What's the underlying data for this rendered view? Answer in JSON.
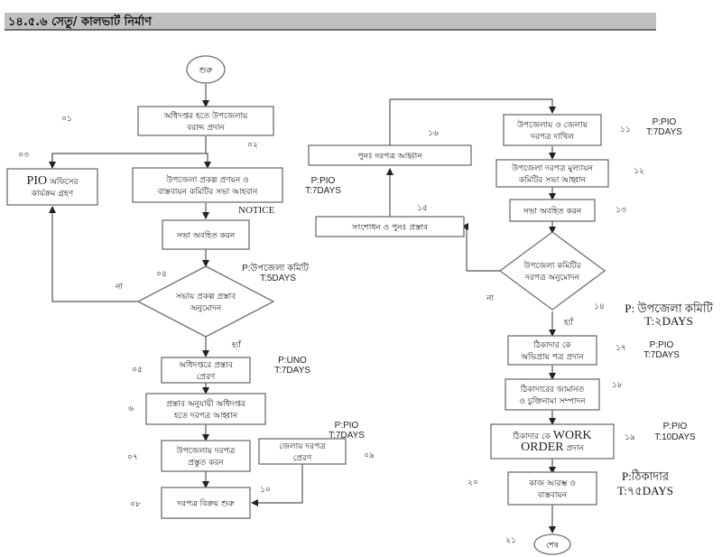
{
  "header": {
    "title": "১৪.৫.৬ সেতু/ কালভার্ট  নির্মাণ",
    "bar_color": "#c0c0c0"
  },
  "nodes": [
    {
      "id": "start",
      "kind": "terminal",
      "lines": [
        "শুরু"
      ]
    },
    {
      "id": "n01",
      "kind": "process",
      "step": "০১",
      "lines": [
        "অধিদপ্তর হতে উপজেলায়",
        "বরাদ্দ প্রদান"
      ]
    },
    {
      "id": "n02",
      "kind": "process",
      "step": "০২",
      "lines": [
        "উপজেলা প্রকল্প প্রণয়ন ও",
        "বাস্তবায়ন কমিটির সভা আহবান"
      ]
    },
    {
      "id": "n03",
      "kind": "process",
      "step": "০৩",
      "lines": [
        "PIO অফিসের",
        "কার্যক্রম গ্রহণ"
      ]
    },
    {
      "id": "n03b",
      "kind": "process",
      "step": "",
      "lines": [
        "সভা অবহিত করন"
      ]
    },
    {
      "id": "n04",
      "kind": "decision",
      "step": "০৪",
      "lines": [
        "সভায় প্রকল্প প্রস্তাব",
        "অনুমোদন"
      ]
    },
    {
      "id": "n05",
      "kind": "process",
      "step": "০৫",
      "lines": [
        "অধিদপ্তরে প্রস্তাব",
        "প্রেরণ"
      ]
    },
    {
      "id": "n06",
      "kind": "process",
      "step": "৬",
      "lines": [
        "প্রস্তাব অনুযায়ী অধিদপ্তর",
        "হতে দরপত্র আহ্বান"
      ]
    },
    {
      "id": "n07",
      "kind": "process",
      "step": "০৭",
      "lines": [
        "উপজেলায় দরপত্র",
        "প্রস্তুত করন"
      ]
    },
    {
      "id": "n08",
      "kind": "process",
      "step": "০৮",
      "lines": [
        "দরপত্র বিক্রয় শুরু"
      ]
    },
    {
      "id": "n09",
      "kind": "process",
      "step": "০৯",
      "lines": [
        "জেলায় দরপত্র",
        "প্রেরণ"
      ]
    },
    {
      "id": "n11",
      "kind": "process",
      "step": "১১",
      "lines": [
        "উপজেলায় ও জেলায়",
        "দরপত্র দাখিল"
      ]
    },
    {
      "id": "n12",
      "kind": "process",
      "step": "১২",
      "lines": [
        "উপজেলা দরপত্র মুল্যায়ন",
        "কমিটির  সভা আহ্বান"
      ]
    },
    {
      "id": "n13",
      "kind": "process",
      "step": "১৩",
      "lines": [
        "সভা অবহিত করন"
      ]
    },
    {
      "id": "n14",
      "kind": "decision",
      "step": "১৪",
      "lines": [
        "উপজেলা কমিটির",
        "দরপত্র অনুমোদন"
      ]
    },
    {
      "id": "n15",
      "kind": "process",
      "step": "১৫",
      "lines": [
        "সংশোধন ও পুনঃ প্রস্তাব"
      ]
    },
    {
      "id": "n16",
      "kind": "process",
      "step": "১৬",
      "lines": [
        "পুনঃ দরপত্র আহ্বান"
      ]
    },
    {
      "id": "n17",
      "kind": "process",
      "step": "১৭",
      "lines": [
        "ঠিকাদার কে",
        "অভিপ্রায় পত্র প্রদান"
      ]
    },
    {
      "id": "n18",
      "kind": "process",
      "step": "১৮",
      "lines": [
        "ঠিকাদারের জামানত",
        "ও চুক্তিনামা সম্পাদন"
      ]
    },
    {
      "id": "n19",
      "kind": "process",
      "step": "১৯",
      "lines": [
        "ঠিকাদার কে WORK",
        "ORDER প্রদান"
      ]
    },
    {
      "id": "n20",
      "kind": "process",
      "step": "২০",
      "lines": [
        "কাজ আরম্ভ ও",
        "বাস্তবায়ন"
      ]
    },
    {
      "id": "end",
      "kind": "terminal",
      "step": "২১",
      "lines": [
        "শেষ"
      ]
    }
  ],
  "edge_labels": {
    "notice": "NOTICE",
    "n04_no": "না",
    "n04_yes": "হ্যাঁ",
    "n14_no": "না",
    "n14_yes": "হ্যাঁ",
    "step10": "১০"
  },
  "annotations": {
    "n04": [
      "P:উপজেলা কমিটি",
      "T:5DAYS"
    ],
    "n05": [
      "P:UNO",
      "T:7DAYS"
    ],
    "n09": [
      "P:PIO",
      "T:7DAYS"
    ],
    "n11": [
      "P:PIO",
      "T:7DAYS"
    ],
    "n16": [
      "P:PIO",
      "T:7DAYS"
    ],
    "n14": [
      "P: উপজেলা কমিটি",
      "T:২DAYS"
    ],
    "n17": [
      "P:PIO",
      "T:7DAYS"
    ],
    "n19": [
      "P:PIO",
      "T:10DAYS"
    ],
    "n20": [
      "P:ঠিকাদার",
      "T:৭৫DAYS"
    ]
  }
}
